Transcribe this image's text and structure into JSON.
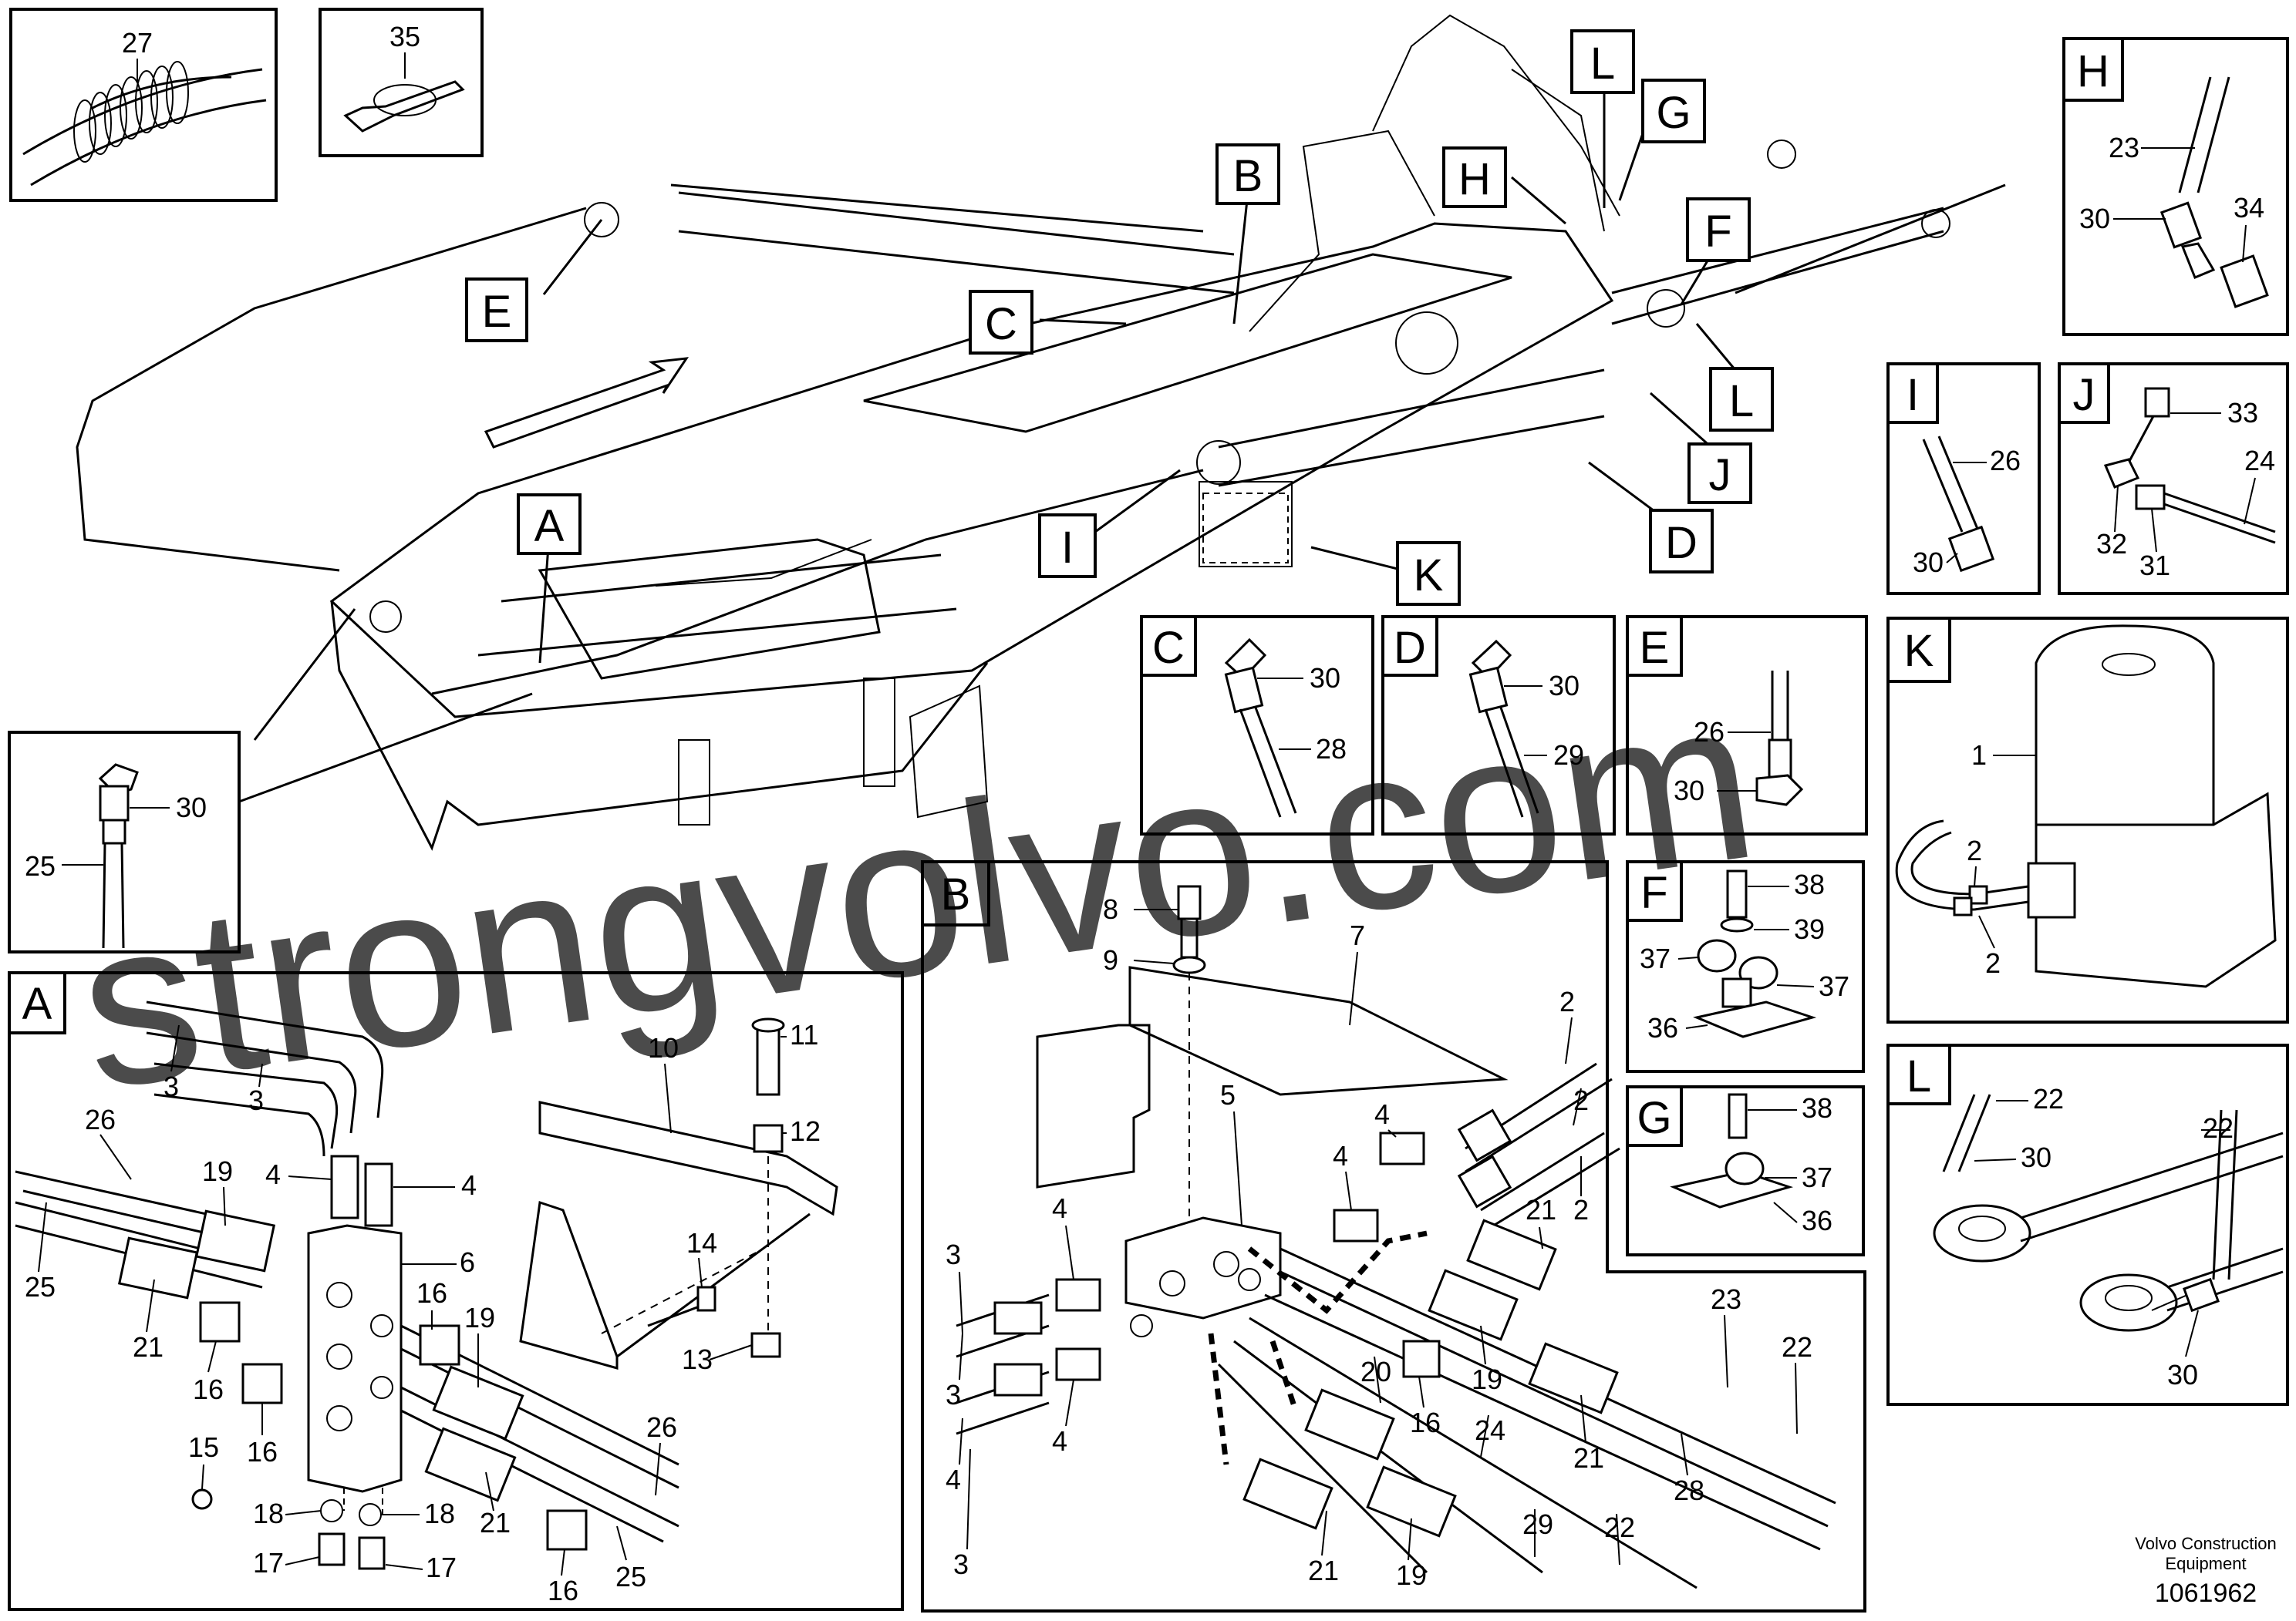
{
  "labels": {
    "A": "A",
    "B": "B",
    "C": "C",
    "D": "D",
    "E": "E",
    "F": "F",
    "G": "G",
    "H": "H",
    "I": "I",
    "J": "J",
    "K": "K",
    "L": "L"
  },
  "top_insets": {
    "left": "27",
    "right": "35"
  },
  "detail_small_left": {
    "n30": "30",
    "n25": "25"
  },
  "detail_A": {
    "numbers": [
      "3",
      "3",
      "26",
      "19",
      "4",
      "4",
      "10",
      "11",
      "12",
      "6",
      "25",
      "21",
      "16",
      "16",
      "16",
      "14",
      "19",
      "13",
      "15",
      "18",
      "18",
      "17",
      "17",
      "21",
      "26",
      "25",
      "16"
    ]
  },
  "detail_B": {
    "numbers": [
      "8",
      "9",
      "7",
      "2",
      "2",
      "2",
      "4",
      "5",
      "4",
      "4",
      "3",
      "4",
      "3",
      "4",
      "3",
      "21",
      "19",
      "23",
      "20",
      "16",
      "24",
      "22",
      "21",
      "28",
      "21",
      "19",
      "29",
      "22"
    ]
  },
  "detail_C": {
    "n30": "30",
    "n28": "28"
  },
  "detail_D": {
    "n30": "30",
    "n29": "29"
  },
  "detail_E": {
    "n26": "26",
    "n30": "30"
  },
  "detail_F": {
    "numbers": [
      "38",
      "39",
      "37",
      "37",
      "36"
    ]
  },
  "detail_G": {
    "numbers": [
      "38",
      "37",
      "36"
    ]
  },
  "detail_H": {
    "numbers": [
      "23",
      "30",
      "34"
    ]
  },
  "detail_I": {
    "numbers": [
      "26",
      "30"
    ]
  },
  "detail_J": {
    "numbers": [
      "33",
      "24",
      "32",
      "31"
    ]
  },
  "detail_K": {
    "numbers": [
      "1",
      "2",
      "2"
    ]
  },
  "detail_L": {
    "numbers": [
      "22",
      "22",
      "30",
      "30"
    ]
  },
  "watermark": "strongvolvo.com",
  "footer": {
    "line1": "Volvo Construction",
    "line2": "Equipment",
    "drawing_number": "1061962"
  }
}
